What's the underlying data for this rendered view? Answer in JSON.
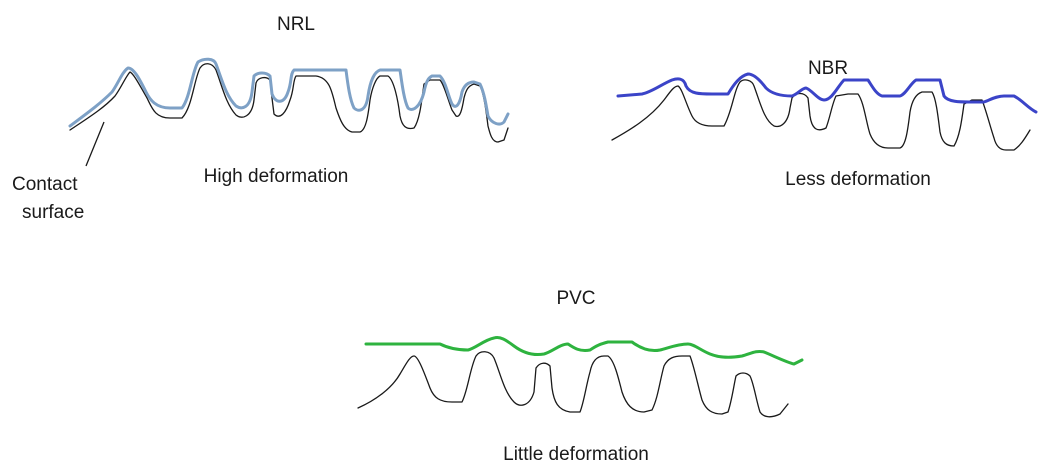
{
  "panels": [
    {
      "id": "nrl",
      "title": "NRL",
      "caption": "High deformation",
      "glove_color": "#7ea1c6"
    },
    {
      "id": "nbr",
      "title": "NBR",
      "caption": "Less deformation",
      "glove_color": "#3b44c8"
    },
    {
      "id": "pvc",
      "title": "PVC",
      "caption": "Little deformation",
      "glove_color": "#2eb33f"
    }
  ],
  "contact_label": {
    "line1": "Contact",
    "line2": "surface"
  },
  "surface_color": "#1a1a1a"
}
